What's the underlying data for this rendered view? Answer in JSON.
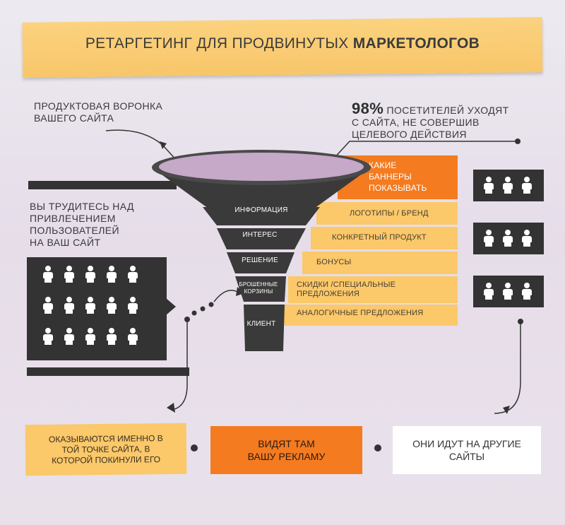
{
  "header": {
    "title_part1": "РЕТАРГЕТИНГ ДЛЯ ПРОДВИНУТЫХ",
    "title_part2": "МАРКЕТОЛОГОВ"
  },
  "left_caption": {
    "line1": "ПРОДУКТОВАЯ ВОРОНКА",
    "line2": "ВАШЕГО САЙТА"
  },
  "right_caption": {
    "percent": "98%",
    "line1": "ПОСЕТИТЕЛЕЙ УХОДЯТ",
    "line2": "С САЙТА, НЕ СОВЕРШИВ",
    "line3": "ЦЕЛЕВОГО ДЕЙСТВИЯ"
  },
  "mid_left_text": {
    "line1": "ВЫ ТРУДИТЕСЬ НАД",
    "line2": "ПРИВЛЕЧЕНИЕМ",
    "line3": "ПОЛЬЗОВАТЕЛЕЙ",
    "line4": "НА ВАШ САЙТ"
  },
  "banner_question": {
    "line1": "КАКИЕ",
    "line2": "БАННЕРЫ",
    "line3": "ПОКАЗЫВАТЬ"
  },
  "funnel": {
    "stages": [
      {
        "name": "ИНФОРМАЦИЯ",
        "banner": "ЛОГОТИПЫ / БРЕНД"
      },
      {
        "name": "ИНТЕРЕС",
        "banner": "КОНКРЕТНЫЙ ПРОДУКТ"
      },
      {
        "name": "РЕШЕНИЕ",
        "banner": "БОНУСЫ"
      },
      {
        "name_line1": "БРОШЕННЫЕ",
        "name_line2": "КОРЗИНЫ",
        "banner_line1": "СКИДКИ /СПЕЦИАЛЬНЫЕ",
        "banner_line2": "ПРЕДЛОЖЕНИЯ"
      },
      {
        "name": "КЛИЕНТ",
        "banner": "АНАЛОГИЧНЫЕ ПРЕДЛОЖЕНИЯ"
      }
    ]
  },
  "bottom": {
    "box1": {
      "line1": "ОКАЗЫВАЮТСЯ ИМЕННО В",
      "line2": "ТОЙ ТОЧКЕ САЙТА, В",
      "line3": "КОТОРОЙ ПОКИНУЛИ ЕГО"
    },
    "box2": {
      "line1": "ВИДЯТ ТАМ",
      "line2": "ВАШУ РЕКЛАМУ"
    },
    "box3": {
      "line1": "ОНИ ИДУТ НА ДРУГИЕ",
      "line2": "САЙТЫ"
    }
  },
  "colors": {
    "orange": "#f47b20",
    "light_orange": "#fbc86a",
    "dark": "#333333",
    "funnel_top": "#c6a8c8"
  },
  "icons": [
    "person-icon",
    "arrow-icon",
    "dot-icon"
  ]
}
